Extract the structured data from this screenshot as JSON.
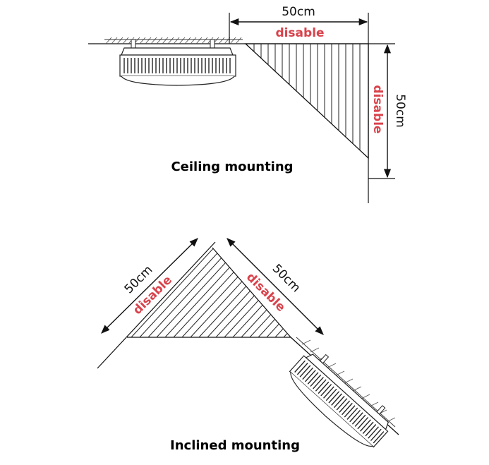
{
  "ceiling": {
    "width_label": "50cm",
    "width_disable": "disable",
    "height_label": "50cm",
    "height_disable": "disable",
    "caption": "Ceiling mounting"
  },
  "inclined": {
    "left_label": "50cm",
    "left_disable": "disable",
    "right_label": "50cm",
    "right_disable": "disable",
    "caption": "Inclined mounting"
  },
  "colors": {
    "disable_text": "#d9434c",
    "line": "#111111"
  }
}
